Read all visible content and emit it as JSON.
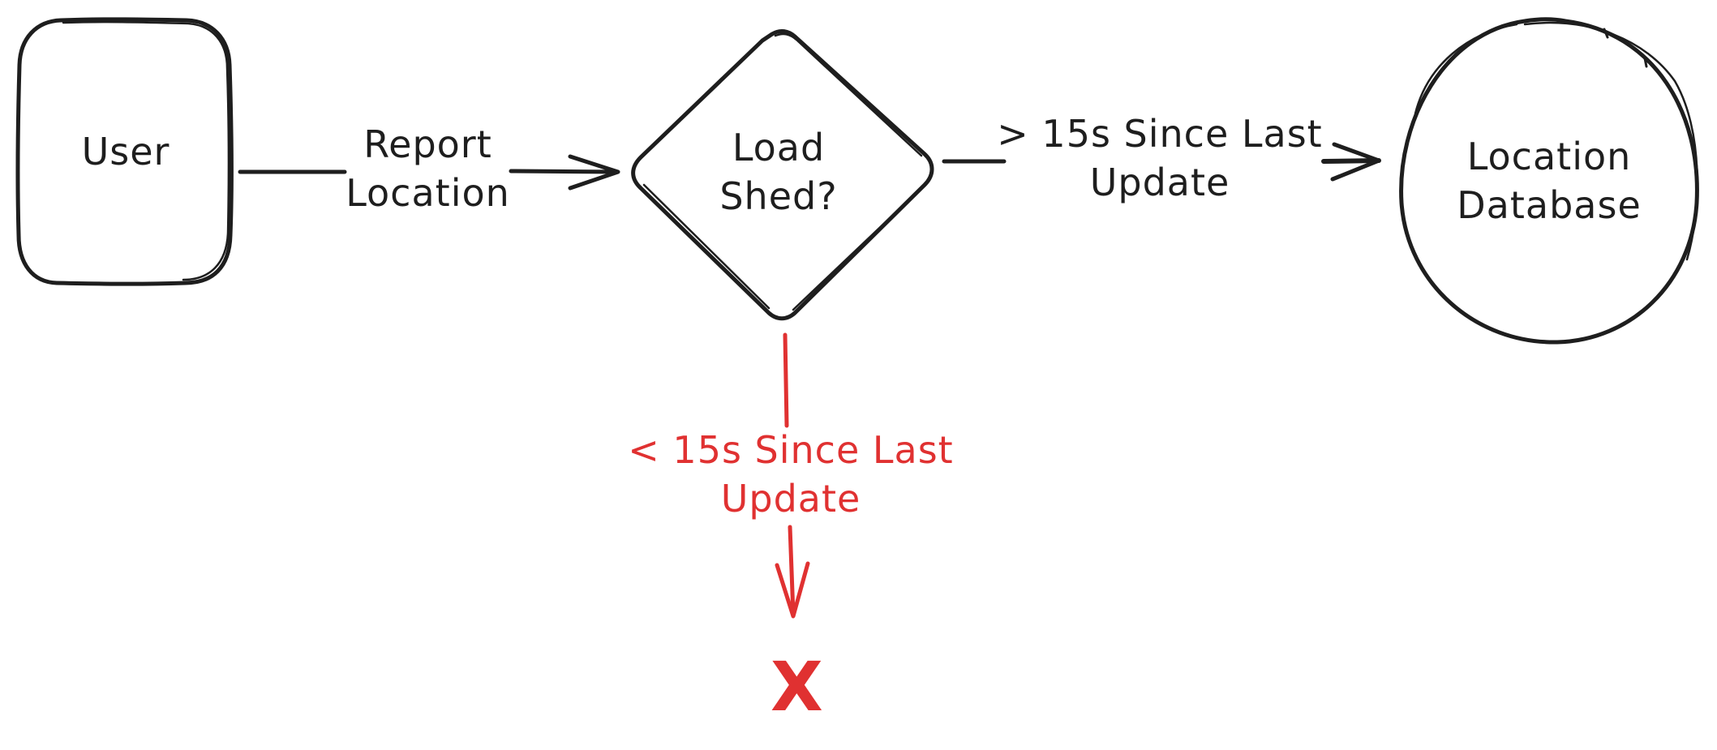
{
  "nodes": {
    "user": {
      "label": "User"
    },
    "decision": {
      "line1": "Load",
      "line2": "Shed?"
    },
    "database": {
      "line1": "Location",
      "line2": "Database"
    }
  },
  "edges": {
    "report": {
      "line1": "Report",
      "line2": "Location"
    },
    "over": {
      "line1": "> 15s Since Last",
      "line2": "Update"
    },
    "under": {
      "line1": "< 15s Since Last",
      "line2": "Update"
    }
  },
  "drop_marker": "X",
  "colors": {
    "stroke": "#1e1e1e",
    "reject": "#e03131",
    "background": "#ffffff"
  }
}
